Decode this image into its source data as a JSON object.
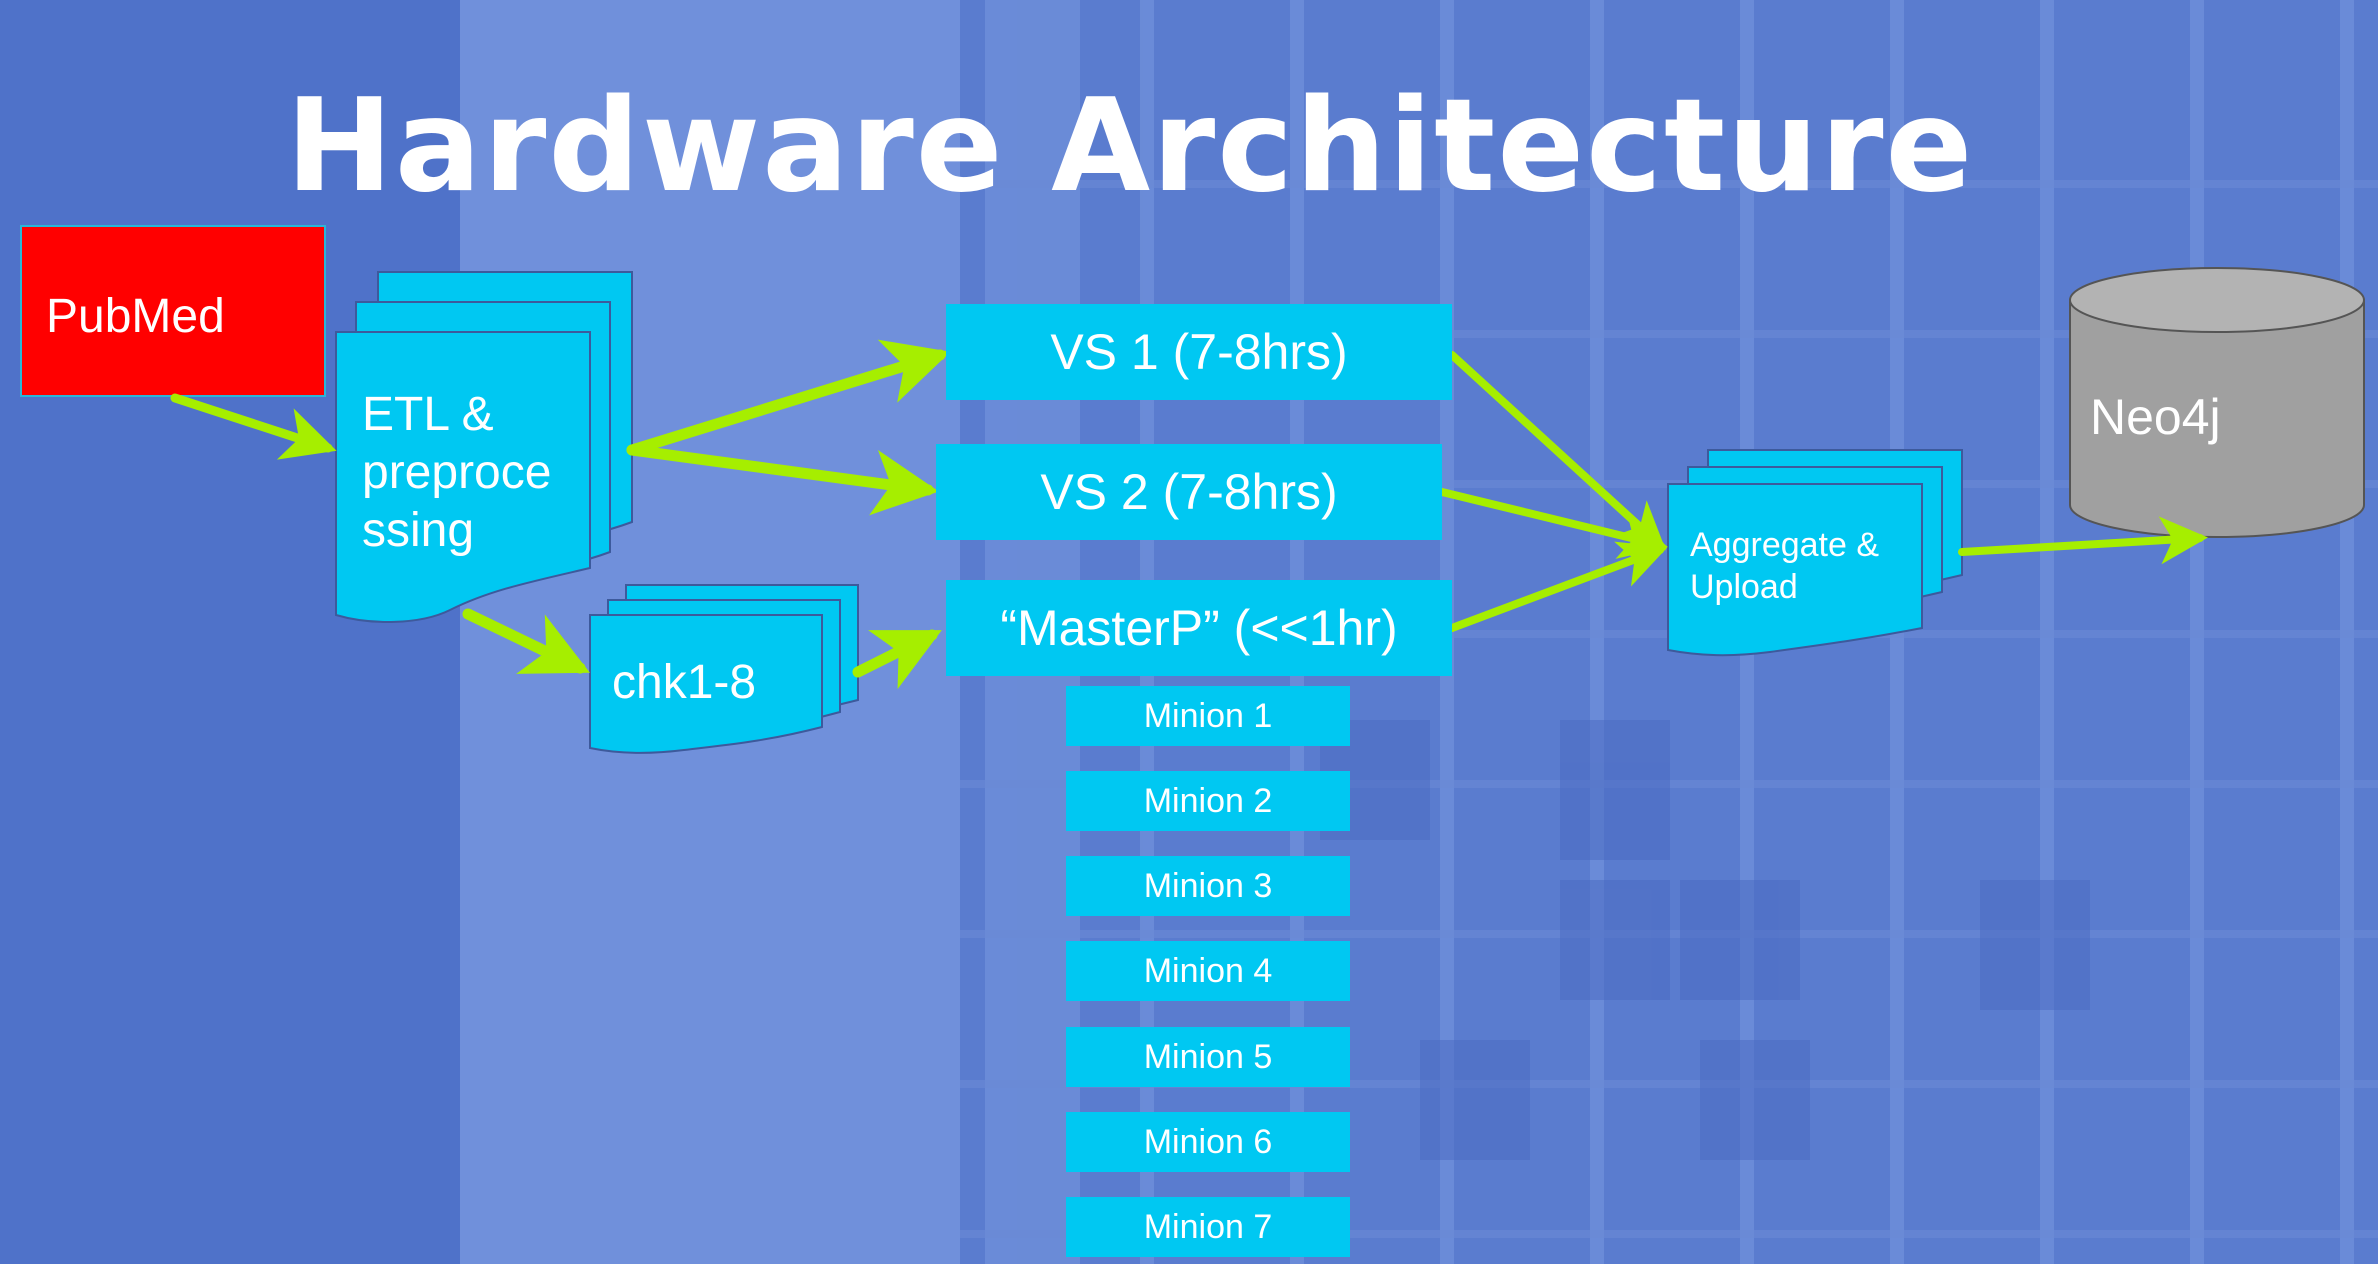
{
  "slide": {
    "title": "Hardware Architecture"
  },
  "nodes": {
    "pubmed": "PubMed",
    "etl": [
      "ETL &",
      "preproce",
      "ssing"
    ],
    "chunks": "chk1-8",
    "vs1": "VS 1 (7-8hrs)",
    "vs2": "VS 2 (7-8hrs)",
    "masterp": "“MasterP” (<<1hr)",
    "minions": [
      "Minion 1",
      "Minion 2",
      "Minion 3",
      "Minion 4",
      "Minion 5",
      "Minion 6",
      "Minion 7"
    ],
    "aggregate": [
      "Aggregate &",
      "Upload"
    ],
    "neo4j": "Neo4j"
  },
  "colors": {
    "background": "#5c7fd3",
    "node_fill": "#00c8f2",
    "pubmed_fill": "#ff0000",
    "arrow": "#a6ee00",
    "database": "#a0a0a0"
  },
  "icons": {
    "stacked_document": "multi-document-shape",
    "database": "cylinder-shape",
    "connector": "arrow"
  }
}
